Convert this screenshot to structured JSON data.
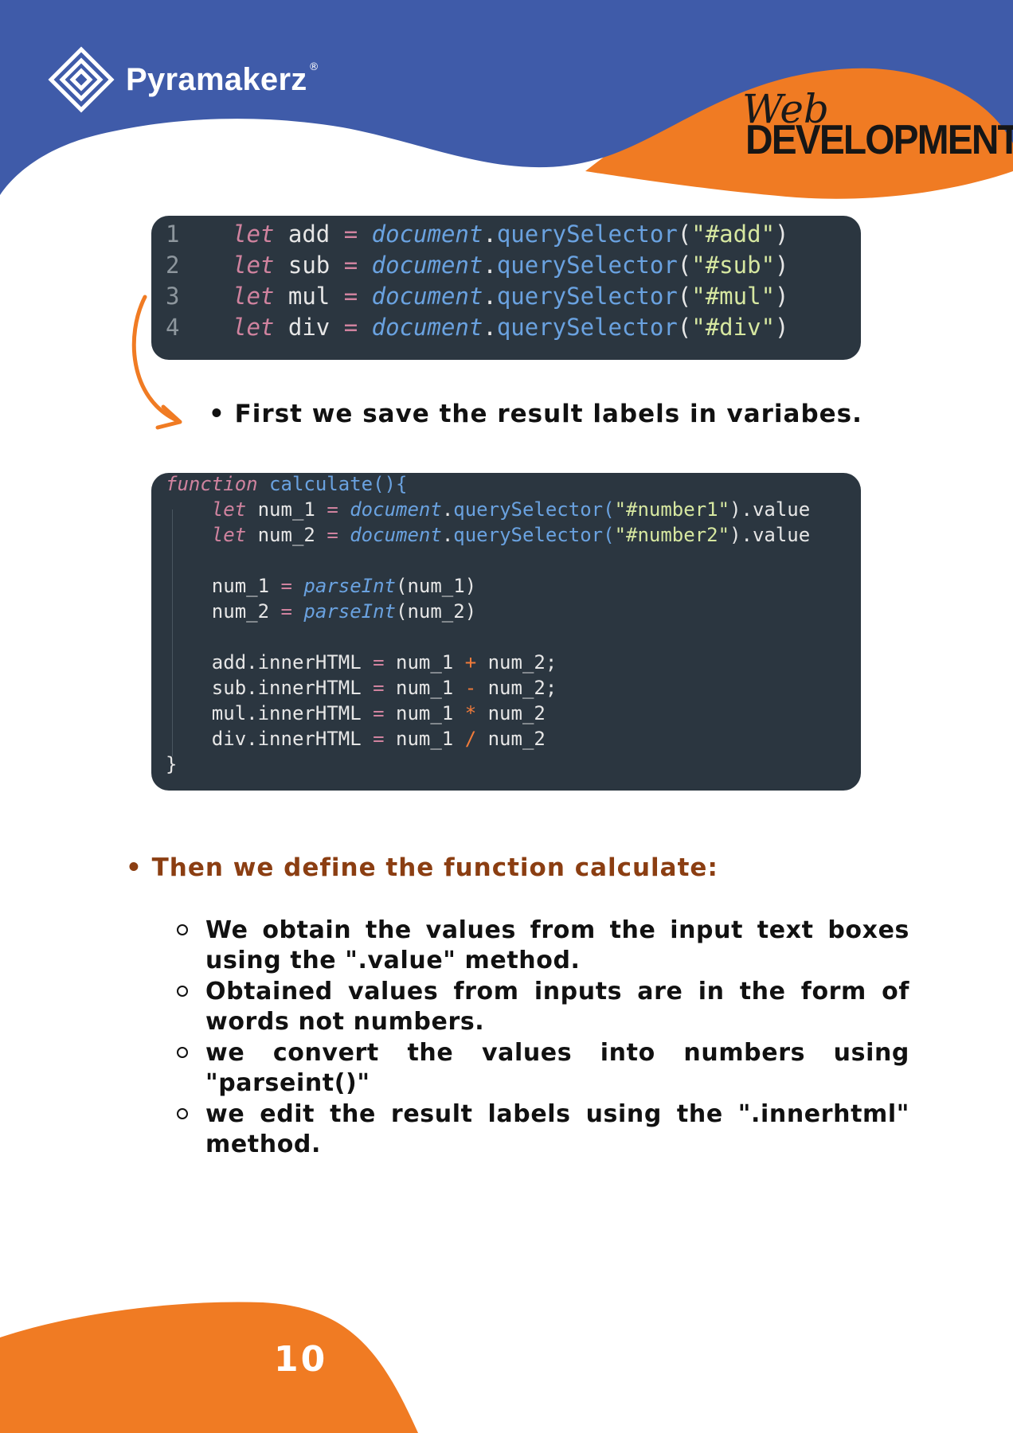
{
  "header": {
    "brand": "Pyramakerz",
    "registered_mark": "®",
    "script_word": "Web",
    "title_word": "DEVELOPMENT",
    "colors": {
      "blue": "#3f5ba9",
      "orange": "#f07b23"
    }
  },
  "code_block_1": {
    "line_numbers": [
      "1",
      "2",
      "3",
      "4"
    ],
    "keyword": "let",
    "object": "document",
    "method": "querySelector",
    "vars": [
      "add",
      "sub",
      "mul",
      "div"
    ],
    "selectors": [
      "\"#add\"",
      "\"#sub\"",
      "\"#mul\"",
      "\"#div\""
    ]
  },
  "code_block_2": {
    "fn_keyword": "function",
    "fn_name": "calculate(){",
    "line_let1": "let",
    "var_num1": "num_1",
    "var_num2": "num_2",
    "document": "document",
    "query": "querySelector(",
    "sel_num1": "\"#number1\"",
    "sel_num2": "\"#number2\"",
    "value_suffix": ").value",
    "parse": "parseInt",
    "parse_arg1": "(num_1)",
    "parse_arg2": "(num_2)",
    "assign_lines": [
      {
        "target": "add.innerHTML",
        "op": "+",
        "tail": "num_2;"
      },
      {
        "target": "sub.innerHTML",
        "op": "-",
        "tail": "num_2;"
      },
      {
        "target": "mul.innerHTML",
        "op": "*",
        "tail": "num_2"
      },
      {
        "target": "div.innerHTML",
        "op": "/",
        "tail": "num_2"
      }
    ],
    "close": "}"
  },
  "bullets": {
    "first": "First we save the result labels in variabes.",
    "second": "Then we define the function calculate:",
    "sub_items": [
      "We obtain the values from the input text boxes using the \".value\" method.",
      "Obtained values from inputs are in the form of words not numbers.",
      "we convert the values into numbers using \"parseint()\"",
      "we edit the result labels using the \".innerhtml\" method."
    ]
  },
  "footer": {
    "page_number": "10"
  }
}
